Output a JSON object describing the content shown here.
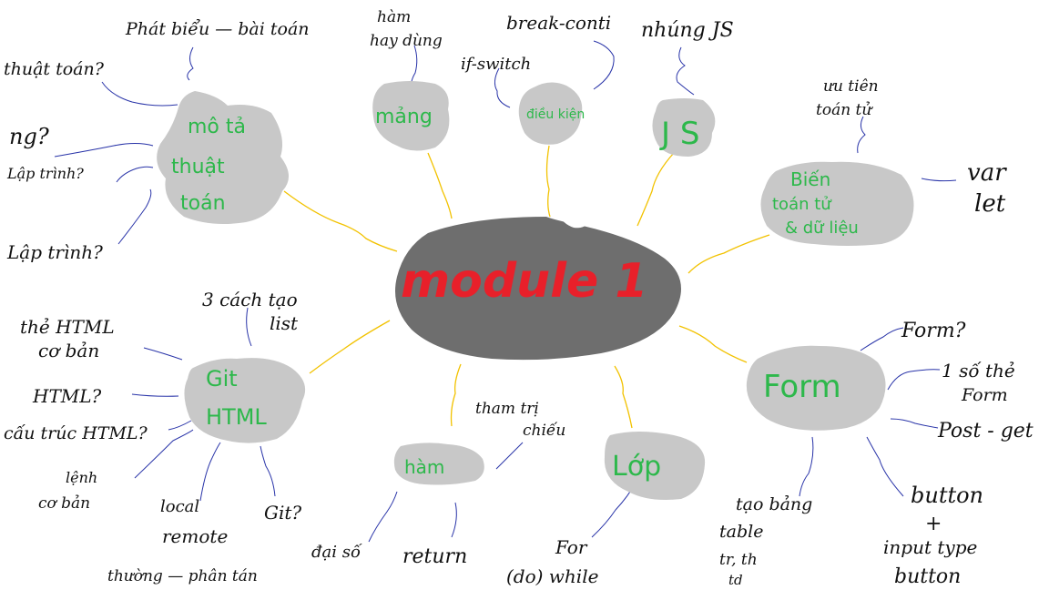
{
  "center": {
    "label": "module 1",
    "color": "#e8202a",
    "fill": "#6e6e6e"
  },
  "colors": {
    "blob": "#c8c8c8",
    "topic": "#2db84b",
    "connector": "#f2c200",
    "leader": "#2833a8",
    "note": "#111111"
  },
  "topics": {
    "mang": "mảng",
    "dieukien": "điều kiện",
    "js": "J S",
    "mota": [
      "mô tả",
      "thuật",
      "toán"
    ],
    "bien": [
      "Biến",
      "toán tử",
      "& dữ liệu"
    ],
    "git": [
      "Git",
      "HTML"
    ],
    "ham": "hàm",
    "lop": "Lớp",
    "form": "Form"
  },
  "notes": {
    "phatbieu": "Phát biểu — bài toán",
    "thuattoan": "thuật toán?",
    "ngn": "ng?",
    "laptrinh1": "Lập trình?",
    "laptrinh2": "Lập trình?",
    "hamhaydung": [
      "hàm",
      "hay dùng"
    ],
    "ifswitch": "if-switch",
    "breakcont": "break-conti",
    "nhungjs": "nhúng JS",
    "uutien": [
      "ưu tiên",
      "toán tử"
    ],
    "varlet": [
      "var",
      "let"
    ],
    "bacach": [
      "3 cách tạo",
      "list"
    ],
    "thehtml": [
      "thẻ HTML",
      "cơ bản"
    ],
    "htmln": "HTML?",
    "cautruc": "cấu trúc HTML?",
    "lenhcoban": [
      "lệnh",
      "cơ bản"
    ],
    "localremote": [
      "local",
      "remote"
    ],
    "gitn": "Git?",
    "thuongphan": "thường — phân tán",
    "thamtri": [
      "tham trị",
      "chiếu"
    ],
    "daiso": "đại số",
    "return": "return",
    "forwhile": [
      "For",
      "(do) while"
    ],
    "formq": "Form?",
    "sothe": [
      "1 số thẻ",
      "Form"
    ],
    "postget": "Post - get",
    "button": "button",
    "input": [
      "input type",
      "button"
    ],
    "taobang": [
      "tạo bảng",
      "table",
      "tr, th",
      "td"
    ]
  }
}
